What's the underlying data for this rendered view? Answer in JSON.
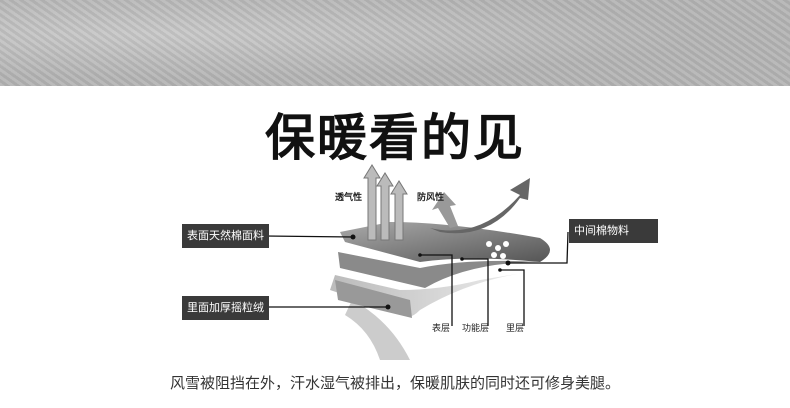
{
  "title": "保暖看的见",
  "labels": {
    "outer_fabric": "表面天然棉面料",
    "inner_fleece": "里面加厚摇粒绒",
    "middle_cotton": "中间棉物料",
    "breathable": "透气性",
    "windproof": "防风性",
    "surface_layer": "表层",
    "functional_layer": "功能层",
    "inner_layer": "里层"
  },
  "caption": "风雪被阻挡在外，汗水湿气被排出，保暖肌肤的同时还可修身美腿。"
}
